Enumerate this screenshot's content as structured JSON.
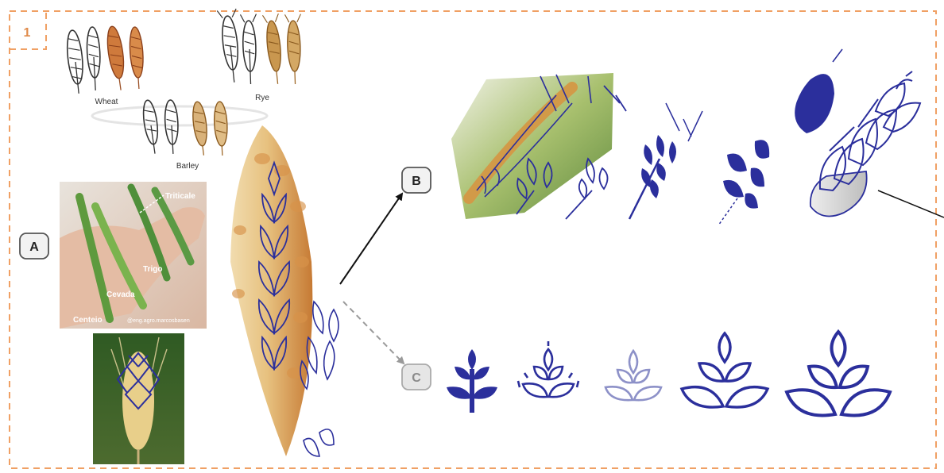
{
  "panel": {
    "number": "1"
  },
  "steps": {
    "a": "A",
    "b": "B",
    "c": "C"
  },
  "sketch_labels": {
    "wheat": "Wheat",
    "rye": "Rye",
    "barley": "Barley"
  },
  "photo_labels": {
    "triticale": "Triticale",
    "trigo": "Trigo",
    "cevada": "Cevada",
    "centeio": "Centeio",
    "credit": "@eng.agro.marcosbasen"
  },
  "colors": {
    "frame_orange": "#f0a064",
    "ink_blue": "#2b2f9c",
    "ink_blue_light": "#8d91c8",
    "grain_orange": "#d58a3e",
    "grain_tan": "#e6c48c",
    "sketch_brown": "#b5652f",
    "sketch_tan": "#c9974f",
    "leaf_green": "#6fa95a",
    "field_green": "#8fae5a"
  }
}
